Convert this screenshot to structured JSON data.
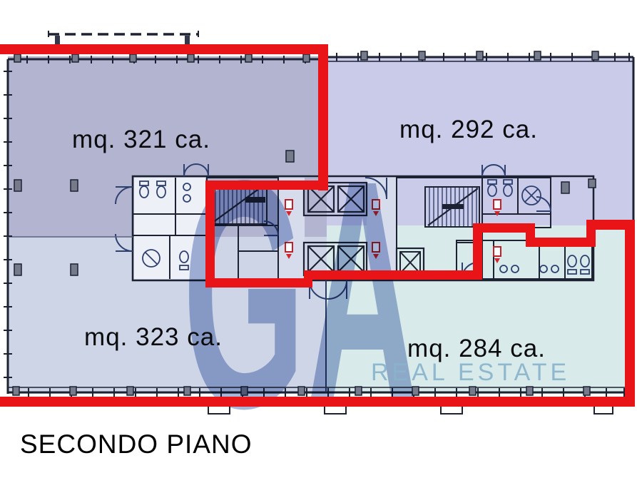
{
  "floor_plan": {
    "title": "SECONDO PIANO",
    "units": [
      {
        "id": "top-left",
        "area_label": "mq. 321 ca.",
        "fill": "#b3b4d0"
      },
      {
        "id": "top-right",
        "area_label": "mq. 292 ca.",
        "fill": "#c9cbe9"
      },
      {
        "id": "bottom-left",
        "area_label": "mq. 323 ca.",
        "fill": "#cdd5e7"
      },
      {
        "id": "bottom-right",
        "area_label": "mq. 284 ca.",
        "fill": "#d9eaea"
      }
    ],
    "watermark": {
      "logo_text": "GA",
      "tagline": "REAL ESTATE",
      "logo_color": "#7e96c8",
      "tagline_color": "#9fc4de"
    },
    "colors": {
      "highlight_red": "#e81418",
      "wall": "#1d2233",
      "fixture": "#2e4070",
      "core_floor": "#f6f7fb",
      "corridor": "#d6dcec"
    }
  }
}
